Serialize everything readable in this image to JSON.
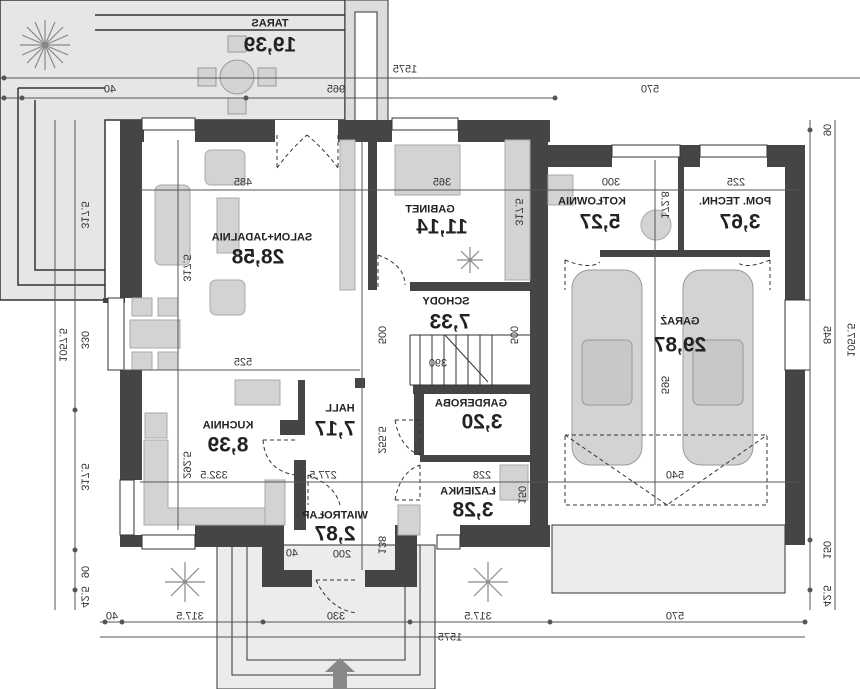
{
  "rooms": {
    "taras": {
      "name": "TARAS",
      "area": "19,39"
    },
    "salon": {
      "name": "SALON+JADALNIA",
      "area": "28,58"
    },
    "gabinet": {
      "name": "GABINET",
      "area": "11,14"
    },
    "kotlownia": {
      "name": "KOTŁOWNIA",
      "area": "5,27"
    },
    "pom_techn": {
      "name": "POM. TECHN.",
      "area": "3,67"
    },
    "garaz": {
      "name": "GARAŻ",
      "area": "29,87"
    },
    "schody": {
      "name": "SCHODY",
      "area": "7,33"
    },
    "garderoba": {
      "name": "GARDEROBA",
      "area": "3,20"
    },
    "hall": {
      "name": "HALL",
      "area": "7,17"
    },
    "kuchnia": {
      "name": "KUCHNIA",
      "area": "8,39"
    },
    "lazienka": {
      "name": "ŁAZIENKA",
      "area": "3,28"
    },
    "wiatrolap": {
      "name": "WIATROŁAP",
      "area": "2,87"
    }
  },
  "dims": {
    "top_total": "1575",
    "top_40": "40",
    "top_965": "965",
    "top_570": "570",
    "d485": "485",
    "d365": "365",
    "d300": "300",
    "d225": "225",
    "d525": "525",
    "d390": "390",
    "d332": "332.5",
    "d277": "277.5",
    "d228": "228",
    "d540": "540",
    "d200": "200",
    "d40b": "40",
    "d330": "330",
    "bot_40": "40",
    "bot_317a": "317.5",
    "bot_317b": "317.5",
    "bot_570": "570",
    "bot_total": "1575",
    "l_total": "1057.5",
    "l_317a": "317.5",
    "l_330": "330",
    "l_317b": "317.5",
    "l_90": "90",
    "l_42": "42.5",
    "i_317": "317.5",
    "i_292": "292.5",
    "i_500": "500",
    "i_255": "255.5",
    "i_317g": "317.5",
    "i_500s": "500",
    "i_172": "172.8",
    "i_595": "595",
    "i_138": "138",
    "i_150": "150",
    "r_90": "90",
    "r_845": "845",
    "r_total": "1057.5",
    "r_150": "150",
    "r_42": "42.5"
  },
  "colors": {
    "wall": "#454545",
    "floor_gray": "#e4e4e4",
    "furniture": "#cfcfcf"
  }
}
